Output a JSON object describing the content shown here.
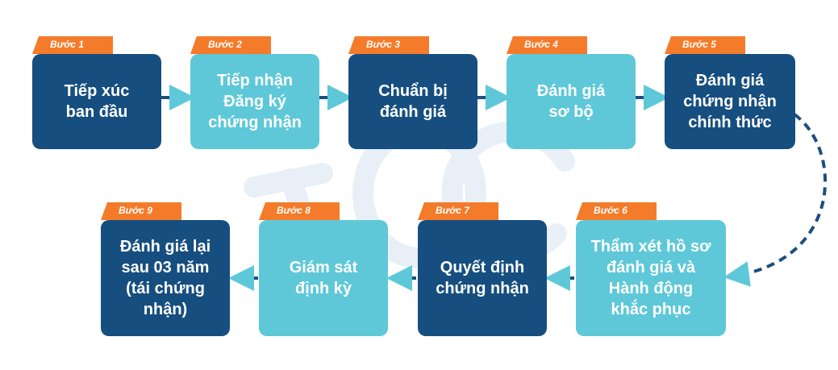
{
  "colors": {
    "dark_box": "#164e7f",
    "light_box": "#5ec8d8",
    "tab": "#f47b2a",
    "connector": "#1d4f7e"
  },
  "watermark_icon": "tqc-logo",
  "steps": [
    {
      "tag": "Bước 1",
      "text": "Tiếp xúc\nban đầu",
      "style": "dark"
    },
    {
      "tag": "Bước 2",
      "text": "Tiếp nhận\nĐăng ký\nchứng nhận",
      "style": "light"
    },
    {
      "tag": "Bước 3",
      "text": "Chuẩn bị\nđánh giá",
      "style": "dark"
    },
    {
      "tag": "Bước 4",
      "text": "Đánh giá\nsơ bộ",
      "style": "light"
    },
    {
      "tag": "Bước 5",
      "text": "Đánh giá\nchứng nhận\nchính thức",
      "style": "dark"
    },
    {
      "tag": "Bước 6",
      "text": "Thẩm xét hồ sơ\nđánh giá và\nHành động\nkhắc phục",
      "style": "light"
    },
    {
      "tag": "Bước 7",
      "text": "Quyết định\nchứng nhận",
      "style": "dark"
    },
    {
      "tag": "Bước 8",
      "text": "Giám sát\nđịnh kỳ",
      "style": "light"
    },
    {
      "tag": "Bước 9",
      "text": "Đánh giá lại\nsau 03 năm\n(tái chứng\nnhận)",
      "style": "dark"
    }
  ]
}
